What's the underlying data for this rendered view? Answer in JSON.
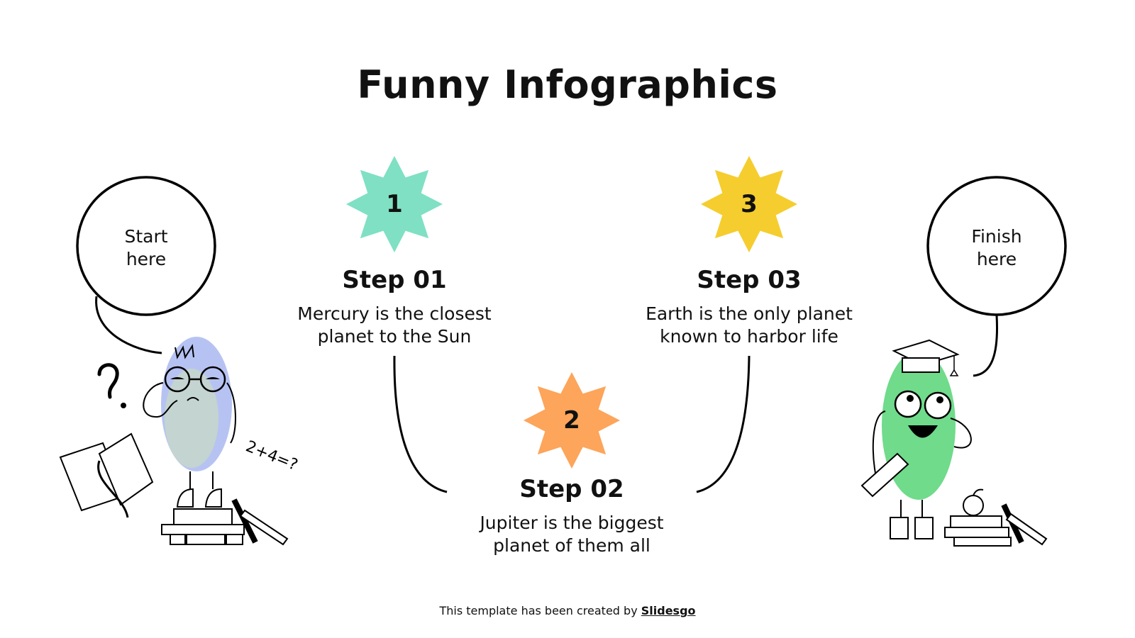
{
  "title": "Funny Infographics",
  "start_bubble": {
    "line1": "Start",
    "line2": "here"
  },
  "finish_bubble": {
    "line1": "Finish",
    "line2": "here"
  },
  "steps": [
    {
      "number": "1",
      "title": "Step 01",
      "desc_line1": "Mercury is the closest",
      "desc_line2": "planet to the Sun",
      "color": "#7FE0C3"
    },
    {
      "number": "2",
      "title": "Step 02",
      "desc_line1": "Jupiter is the biggest",
      "desc_line2": "planet of them all",
      "color": "#FDA55A"
    },
    {
      "number": "3",
      "title": "Step 03",
      "desc_line1": "Earth is the only planet",
      "desc_line2": "known to harbor life",
      "color": "#F5CD2E"
    }
  ],
  "illustrations": {
    "left_character": {
      "expression": "confused",
      "color": "#A9B8F0",
      "equation": "2+4=?"
    },
    "right_character": {
      "expression": "happy-graduate",
      "color": "#5FD77E"
    }
  },
  "footer": {
    "prefix": "This template has been created by ",
    "link": "Slidesgo"
  }
}
